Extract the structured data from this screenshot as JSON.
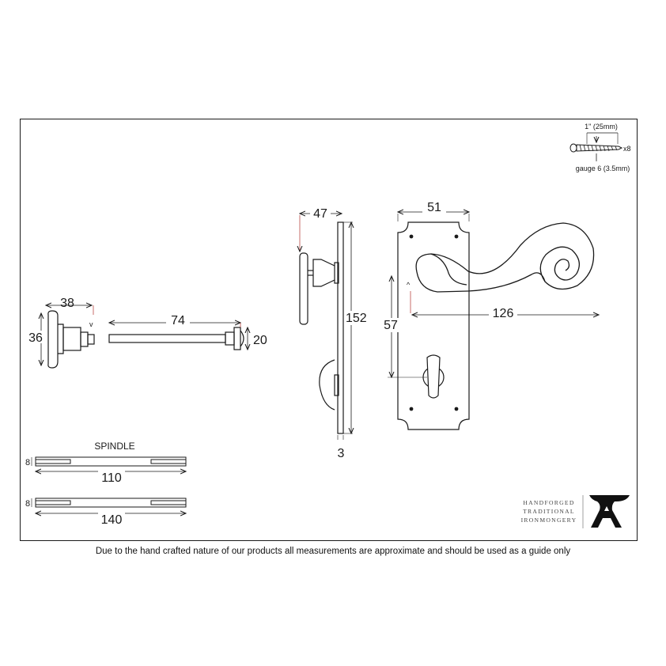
{
  "screw": {
    "length_label": "1\" (25mm)",
    "quantity_label": "x8",
    "gauge_label": "gauge 6 (3.5mm)"
  },
  "turn": {
    "width_label": "38",
    "height_label": "36"
  },
  "release": {
    "length_label": "74",
    "height_label": "20"
  },
  "side_view": {
    "projection_label": "47",
    "height_label": "152",
    "thickness_label": "3"
  },
  "front_view": {
    "width_label": "51",
    "centres_label": "57",
    "lever_length_label": "126"
  },
  "spindle": {
    "title": "SPINDLE",
    "short_section_label": "8",
    "short_length_label": "110",
    "long_section_label": "8",
    "long_length_label": "140"
  },
  "brand": {
    "line1": "HANDFORGED",
    "line2": "TRADITIONAL",
    "line3": "IRONMONGERY",
    "mark": "A"
  },
  "footnote": "Due to the hand crafted nature of our products all measurements are approximate and should be used as a guide only"
}
